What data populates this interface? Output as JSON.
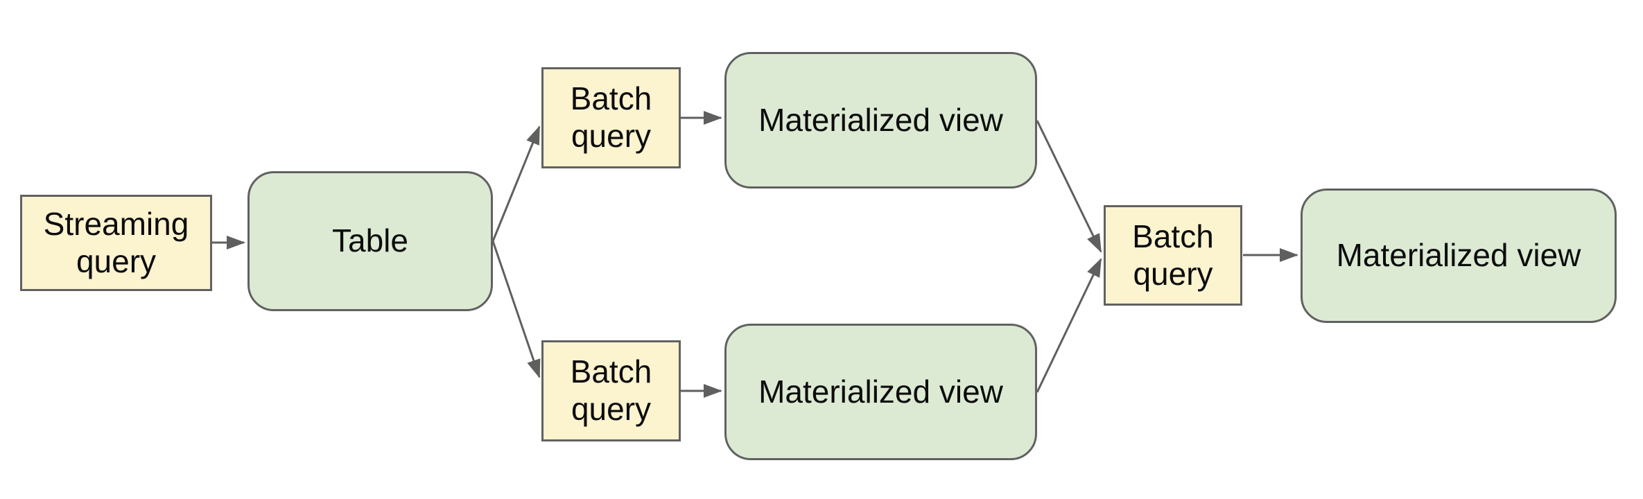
{
  "diagram": {
    "nodes": [
      {
        "id": "streaming-query",
        "label": "Streaming query",
        "kind": "query"
      },
      {
        "id": "table",
        "label": "Table",
        "kind": "dataset"
      },
      {
        "id": "batch-query-top",
        "label": "Batch query",
        "kind": "query"
      },
      {
        "id": "materialized-view-top",
        "label": "Materialized view",
        "kind": "dataset"
      },
      {
        "id": "batch-query-bottom",
        "label": "Batch query",
        "kind": "query"
      },
      {
        "id": "materialized-view-bottom",
        "label": "Materialized view",
        "kind": "dataset"
      },
      {
        "id": "batch-query-right",
        "label": "Batch query",
        "kind": "query"
      },
      {
        "id": "materialized-view-right",
        "label": "Materialized view",
        "kind": "dataset"
      }
    ],
    "edges": [
      {
        "from": "streaming-query",
        "to": "table"
      },
      {
        "from": "table",
        "to": "batch-query-top"
      },
      {
        "from": "table",
        "to": "batch-query-bottom"
      },
      {
        "from": "batch-query-top",
        "to": "materialized-view-top"
      },
      {
        "from": "batch-query-bottom",
        "to": "materialized-view-bottom"
      },
      {
        "from": "materialized-view-top",
        "to": "batch-query-right"
      },
      {
        "from": "materialized-view-bottom",
        "to": "batch-query-right"
      },
      {
        "from": "batch-query-right",
        "to": "materialized-view-right"
      }
    ]
  },
  "colors": {
    "canvas-bg": "#ffffff",
    "query-fill": "#fcf3cf",
    "dataset-fill": "#dcead3",
    "node-border": "#616161",
    "arrow-color": "#5f5f5f",
    "text-color": "#0c0c0c"
  }
}
